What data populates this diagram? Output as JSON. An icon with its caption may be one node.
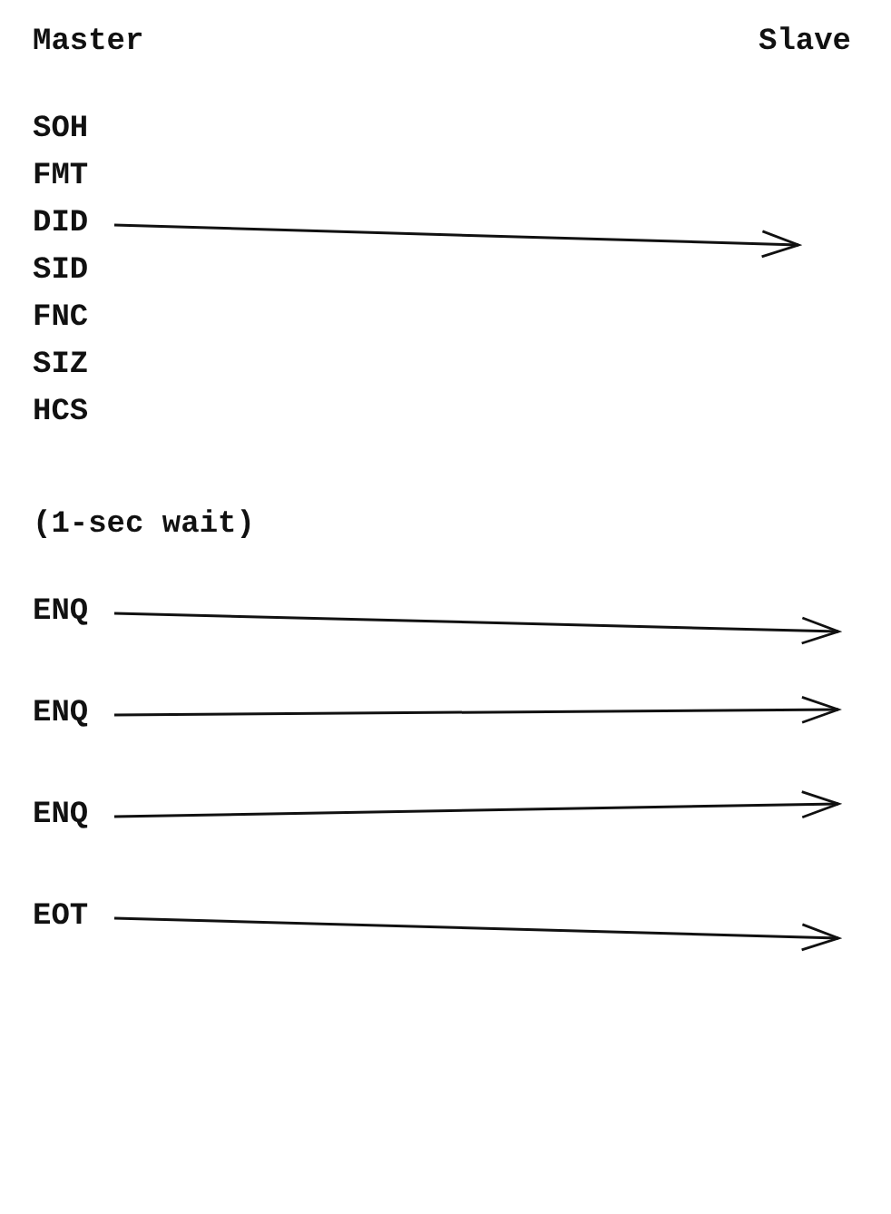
{
  "diagram": {
    "nodes": [
      {
        "text": [
          "DID"
        ]
      },
      {
        "text": [
          "ENQ"
        ]
      },
      {
        "text": [
          "ENQ"
        ]
      },
      {
        "text": [
          "ENQ"
        ]
      },
      {
        "text": [
          "EOT"
        ]
      }
    ],
    "edges": [
      {
        "from": 0,
        "to": null,
        "arrow": "to"
      },
      {
        "from": 1,
        "to": null,
        "arrow": "to"
      },
      {
        "from": 2,
        "to": null,
        "arrow": "to"
      },
      {
        "from": 3,
        "to": null,
        "arrow": "to"
      },
      {
        "from": 4,
        "to": null,
        "arrow": "to"
      }
    ],
    "labels": [
      "Master",
      "Slave",
      "SOH",
      "FMT",
      "SID",
      "FNC",
      "SIZ",
      "HCS",
      "(1-sec wait)"
    ]
  }
}
